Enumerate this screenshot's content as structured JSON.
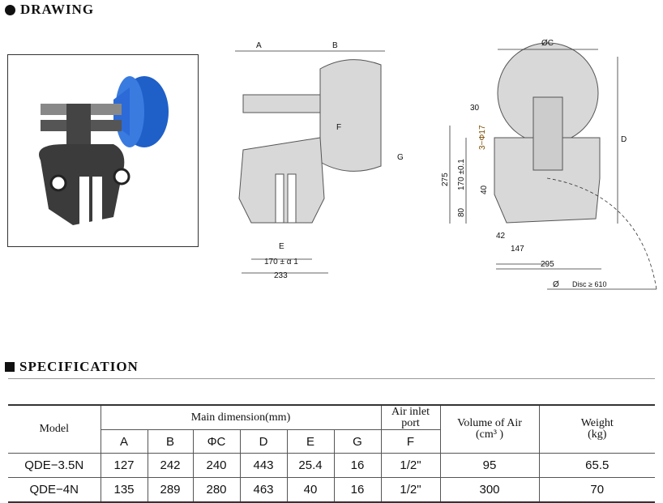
{
  "drawing": {
    "title": "DRAWING",
    "side_view": {
      "A": "A",
      "B": "B",
      "F": "F",
      "G": "G",
      "E": "E",
      "dim_170": "170 ± α 1",
      "dim_233": "233"
    },
    "front_view": {
      "C": "ØC",
      "D": "D",
      "dim_30": "30",
      "holes": "3−Φ17",
      "dim_170": "170 ±0.1",
      "dim_275": "275",
      "dim_40": "40",
      "dim_80": "80",
      "dim_42": "42",
      "dim_147": "147",
      "dim_295": "295",
      "disc_symbol": "Ø",
      "disc": "Disc ≥ 610"
    }
  },
  "specification": {
    "title": "SPECIFICATION",
    "headers": {
      "model": "Model",
      "main_dimension": "Main dimension(mm)",
      "air_inlet_1": "Air inlet",
      "air_inlet_2": "port",
      "volume_1": "Volume of Air",
      "volume_2": "(cm³ )",
      "weight_1": "Weight",
      "weight_2": "(kg)"
    },
    "sub_headers": [
      "A",
      "B",
      "ΦC",
      "D",
      "E",
      "G",
      "F"
    ],
    "rows": [
      [
        "QDE−3.5N",
        "127",
        "242",
        "240",
        "443",
        "25.4",
        "16",
        "1/2\"",
        "95",
        "65.5"
      ],
      [
        "QDE−4N",
        "135",
        "289",
        "280",
        "463",
        "40",
        "16",
        "1/2\"",
        "300",
        "70"
      ]
    ]
  },
  "colors": {
    "blue_disc": "#1f5fc8",
    "body_gray": "#d8d8d8"
  }
}
